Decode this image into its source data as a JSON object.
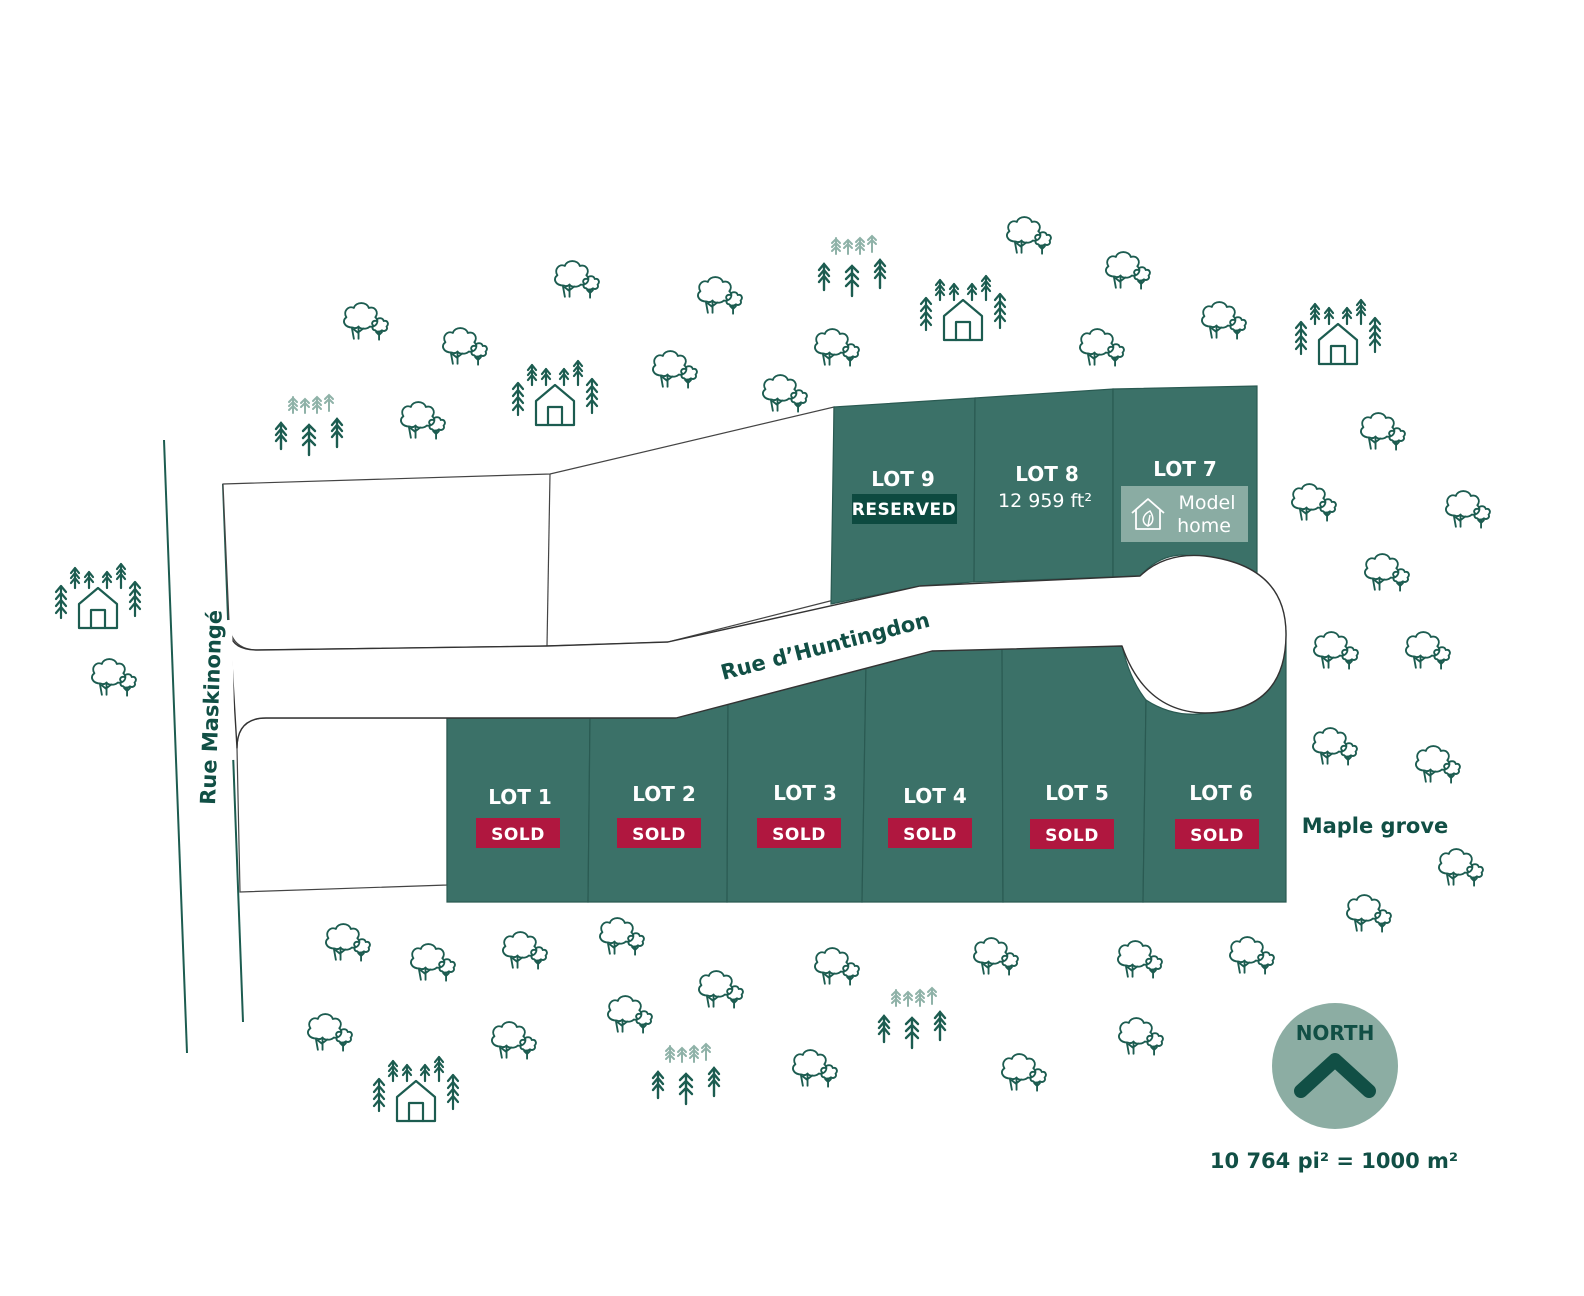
{
  "streets": {
    "main": "Rue Maskinongé",
    "crescent": "Rue d’Huntingdon"
  },
  "lots": [
    {
      "label": "LOT 1",
      "status": "SOLD"
    },
    {
      "label": "LOT 2",
      "status": "SOLD"
    },
    {
      "label": "LOT 3",
      "status": "SOLD"
    },
    {
      "label": "LOT 4",
      "status": "SOLD"
    },
    {
      "label": "LOT 5",
      "status": "SOLD"
    },
    {
      "label": "LOT 6",
      "status": "SOLD"
    },
    {
      "label": "LOT 7",
      "model_home": [
        "Model",
        "home"
      ]
    },
    {
      "label": "LOT 8",
      "area": "12 959 ft²"
    },
    {
      "label": "LOT 9",
      "status": "RESERVED"
    }
  ],
  "landmarks": {
    "maple_grove": "Maple grove"
  },
  "compass": {
    "label": "NORTH",
    "icon": "chevron-up-icon"
  },
  "scale_note": "10 764 pi² = 1000 m²",
  "colors": {
    "lot_fill": "#3b7168",
    "sold_badge": "#b0173f",
    "reserved_badge": "#0d4a40",
    "model_home_badge": "#8aaca3",
    "text_dark": "#114f45",
    "compass_circle": "#8cada3"
  },
  "icons": [
    "deciduous-tree-icon",
    "conifer-cluster-icon",
    "cabin-icon",
    "house-leaf-icon"
  ]
}
